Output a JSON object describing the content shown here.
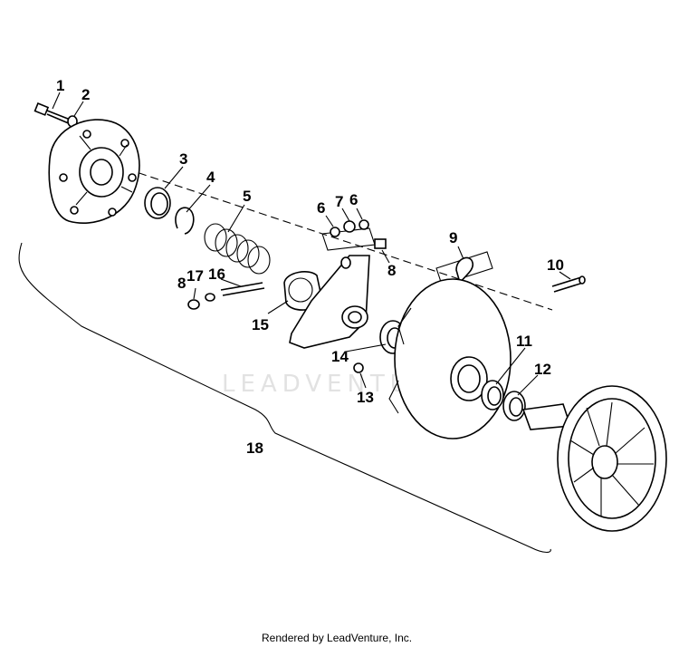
{
  "watermark": "LEADVENTURE",
  "footer": "Rendered by LeadVenture, Inc.",
  "callouts": [
    "1",
    "2",
    "3",
    "4",
    "5",
    "6",
    "7",
    "6",
    "8",
    "9",
    "10",
    "8",
    "17",
    "16",
    "15",
    "14",
    "13",
    "11",
    "12",
    "18"
  ],
  "parts": [
    "bolt",
    "washer",
    "cover-plate",
    "bushing",
    "snap-ring",
    "spring",
    "washer",
    "spacer",
    "nut",
    "weight-clip",
    "pin",
    "plug",
    "roller",
    "roller-pin",
    "spider",
    "seal-ring",
    "screw",
    "bushing",
    "seal-ring",
    "clutch-assembly"
  ]
}
